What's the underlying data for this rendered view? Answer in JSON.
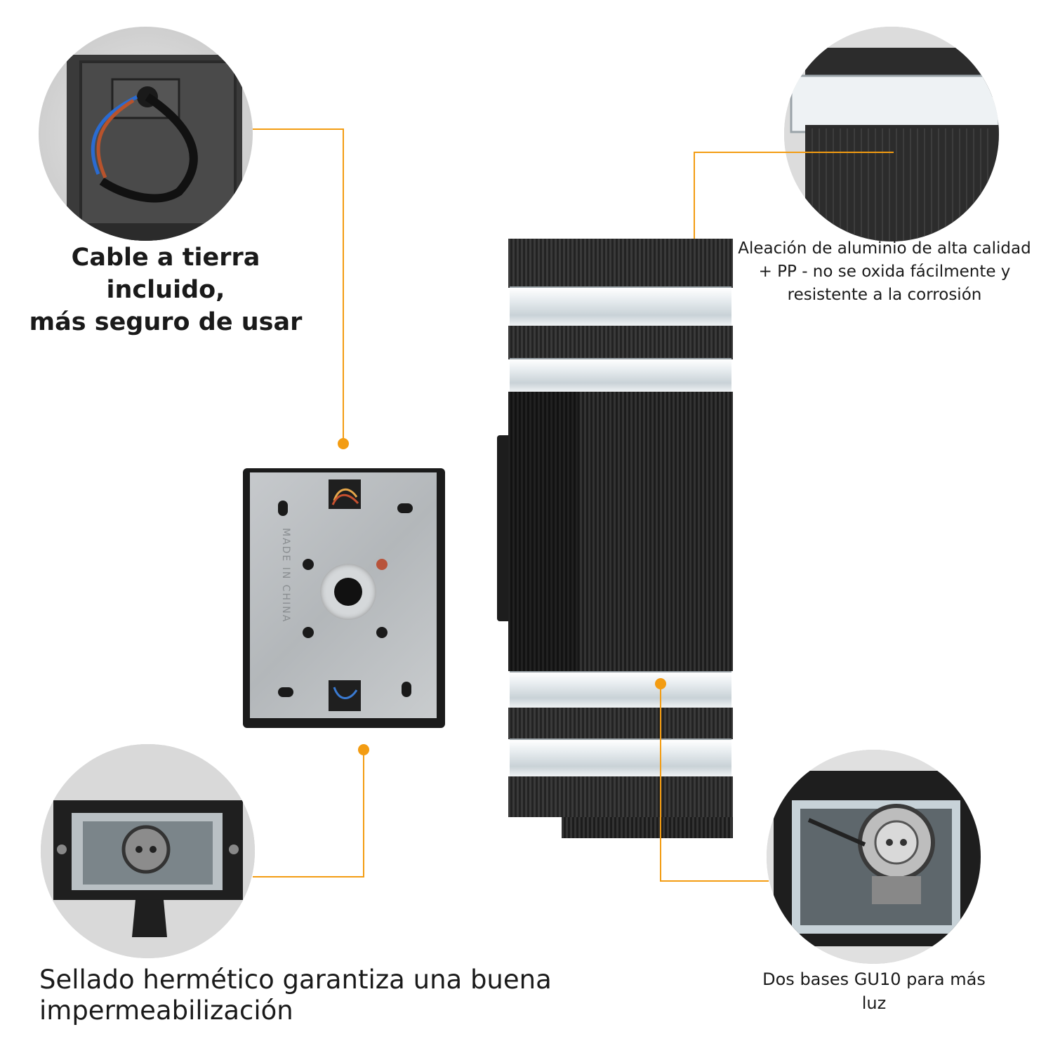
{
  "features": {
    "ground_cable": {
      "caption": "Cable a tierra incluido,\nmás seguro de usar"
    },
    "aluminum": {
      "caption": "Aleación de aluminio de alta calidad\n+ PP - no se oxida fácilmente y\nresistente a la corrosión"
    },
    "sealed": {
      "caption": "Sellado hermético garantiza una buena\nimpermeabilización"
    },
    "bases": {
      "caption": "Dos bases GU10 para más\nluz"
    }
  },
  "mount_plate": {
    "stamp": "MADE IN CHINA"
  },
  "accent_color": "#f39c12"
}
